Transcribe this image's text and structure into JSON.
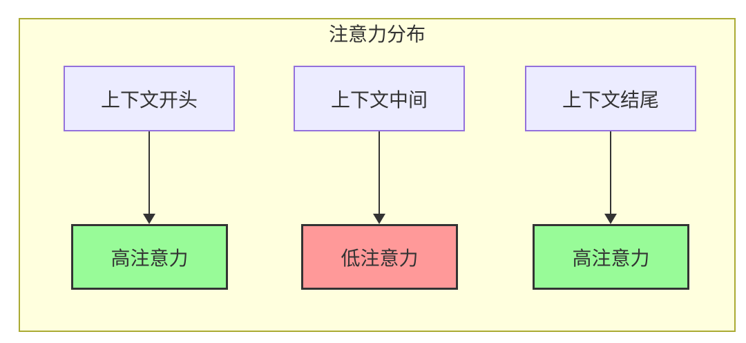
{
  "diagram": {
    "title": "注意力分布",
    "colors": {
      "page_bg": "#ffffff",
      "container_bg": "#ffffde",
      "container_border": "#aaaa33",
      "context_node_bg": "#ececff",
      "context_node_border": "#9370db",
      "high_attention_bg": "#98fb98",
      "low_attention_bg": "#ff9999",
      "attention_node_border": "#333333",
      "arrow": "#333333",
      "text": "#333333"
    },
    "columns": [
      {
        "source": "上下文开头",
        "target": "高注意力",
        "attention_level": "high"
      },
      {
        "source": "上下文中间",
        "target": "低注意力",
        "attention_level": "low"
      },
      {
        "source": "上下文结尾",
        "target": "高注意力",
        "attention_level": "high"
      }
    ]
  }
}
